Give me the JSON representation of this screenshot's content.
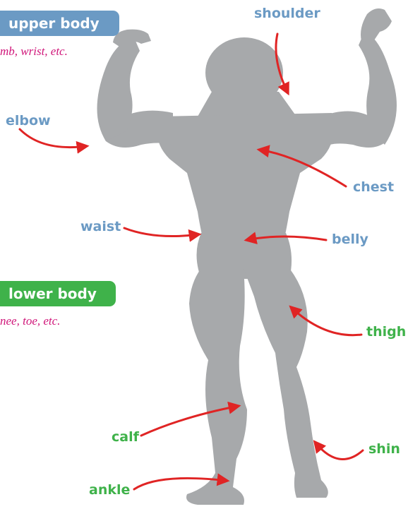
{
  "colors": {
    "upper": "#6b9ac4",
    "lower": "#3fb24a",
    "subtext": "#d0177a",
    "arrow": "#e02424",
    "figure": "#a7a9ab"
  },
  "upper_body": {
    "title": "upper body",
    "examples": "mb, wrist, etc."
  },
  "lower_body": {
    "title": "lower body",
    "examples": "nee, toe, etc."
  },
  "labels": {
    "shoulder": "shoulder",
    "elbow": "elbow",
    "chest": "chest",
    "waist": "waist",
    "belly": "belly",
    "thigh": "thigh",
    "calf": "calf",
    "shin": "shin",
    "ankle": "ankle"
  }
}
